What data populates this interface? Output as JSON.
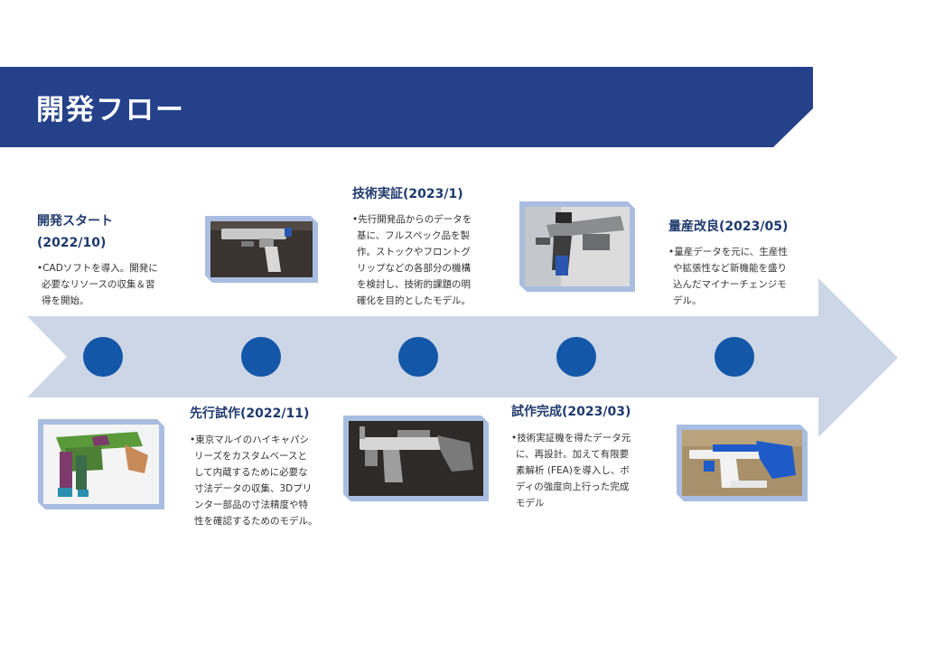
{
  "header": {
    "title": "開発フロー"
  },
  "colors": {
    "banner": "#24418a",
    "arrow": "#cdd6e6",
    "dot": "#1357a8",
    "photo_frame": "#a9bde0"
  },
  "milestones": [
    {
      "title_lines": [
        "開発スタート",
        "(2022/10)"
      ],
      "desc_lines": [
        "•CADソフトを導入。開発に",
        "必要なリソースの収集＆習",
        "得を開始。"
      ]
    },
    {
      "title_lines": [
        "先行試作(2022/11)"
      ],
      "desc_lines": [
        "•東京マルイのハイキャパシ",
        "リーズをカスタムベースと",
        "して内蔵するために必要な",
        "寸法データの収集、3Dプリ",
        "ンター部品の寸法精度や特",
        "性を確認するためのモデル。"
      ]
    },
    {
      "title_lines": [
        "技術実証(2023/1)"
      ],
      "desc_lines": [
        "•先行開発品からのデータを",
        "基に、フルスペック品を製",
        "作。ストックやフロントグ",
        "リップなどの各部分の機構",
        "を検討し、技術的課題の明",
        "確化を目的としたモデル。"
      ]
    },
    {
      "title_lines": [
        "試作完成(2023/03)"
      ],
      "desc_lines": [
        "•技術実証機を得たデータ元",
        "に、再設計。加えて有限要",
        "素解析 (FEA)を導入し、ボ",
        "ディの強度向上行った完成",
        "モデル"
      ]
    },
    {
      "title_lines": [
        "量産改良(2023/05)"
      ],
      "desc_lines": [
        "•量産データを元に、生産性",
        "や拡張性など新機能を盛り",
        "込んだマイナーチェンジモ",
        "デル。"
      ]
    }
  ],
  "photos": [
    {
      "icon": "pistol-photo-gray"
    },
    {
      "icon": "pistol-cad-render"
    },
    {
      "icon": "pistol-stock-photo"
    },
    {
      "icon": "pistol-red-dot-photo"
    },
    {
      "icon": "pistol-blue-white-photo"
    }
  ]
}
